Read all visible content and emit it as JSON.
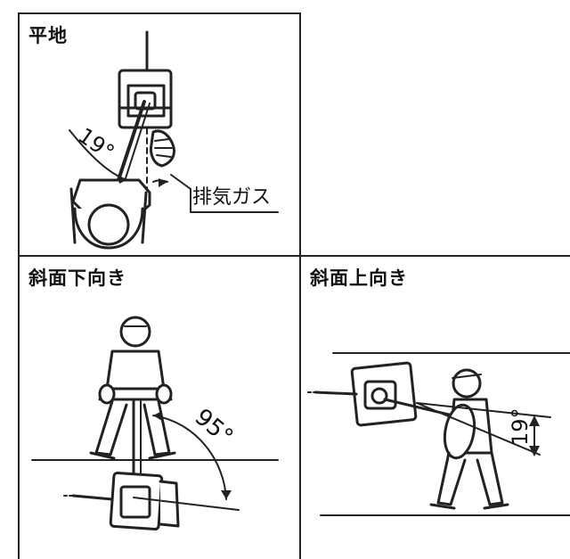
{
  "panels": {
    "flat": {
      "title": "平地",
      "angle_label": "19°",
      "exhaust_label": "排気ガス"
    },
    "downhill": {
      "title": "斜面下向き",
      "angle_label": "95°"
    },
    "uphill": {
      "title": "斜面上向き",
      "angle_label": "19°"
    }
  },
  "colors": {
    "line": "#222222",
    "background": "#ffffff"
  }
}
